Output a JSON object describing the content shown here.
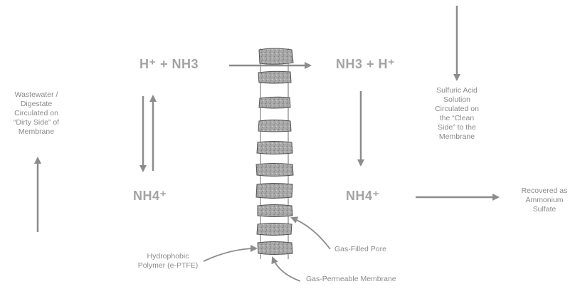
{
  "colors": {
    "arrow": "#8c8c8c",
    "chem_text": "#a3a3a3",
    "note_text": "#8a8a8a",
    "membrane_fill": "#a9a9a9",
    "membrane_outline": "#555555"
  },
  "chemistry": {
    "left_top": "H⁺ + NH3",
    "left_bottom": "NH4⁺",
    "right_top": "NH3 + H⁺",
    "right_bottom": "NH4⁺"
  },
  "notes": {
    "dirty_side": "Wastewater /\nDigestate\nCirculated on\n“Dirty Side” of\nMembrane",
    "clean_side": "Sulfuric Acid\nSolution\nCirculated on\nthe “Clean\nSide” to the\nMembrane",
    "recovered": "Recovered as\nAmmonium\nSulfate",
    "gas_filled_pore": "Gas-Filled Pore",
    "hydrophobic_polymer": "Hydrophobic\nPolymer (e-PTFE)",
    "gas_permeable_membrane": "Gas-Permeable Membrane"
  }
}
